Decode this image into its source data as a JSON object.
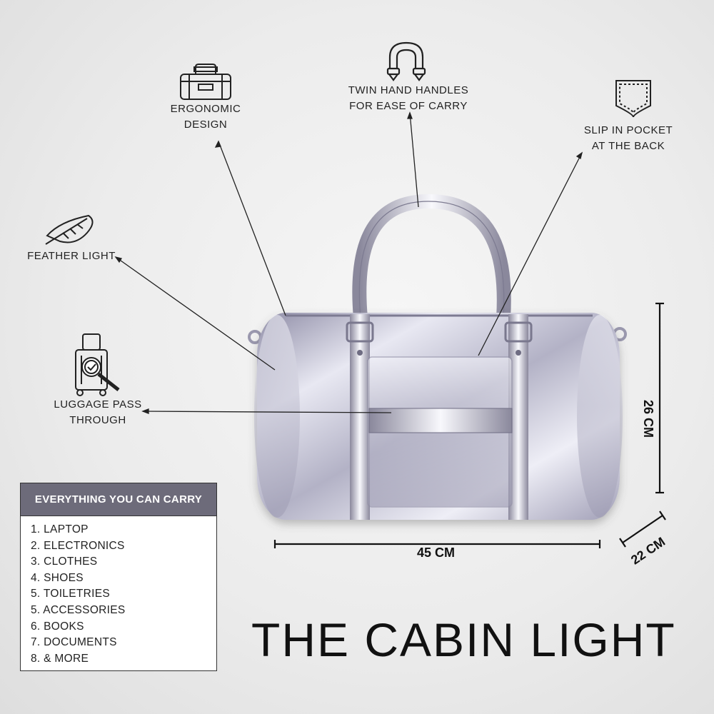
{
  "title": "THE CABIN LIGHT",
  "features": {
    "ergonomic": {
      "line1": "ERGONOMIC",
      "line2": "DESIGN",
      "icon": "duffel-bag-icon"
    },
    "handles": {
      "line1": "TWIN HAND HANDLES",
      "line2": "FOR EASE OF CARRY",
      "icon": "handle-icon"
    },
    "pocket": {
      "line1": "SLIP IN POCKET",
      "line2": "AT THE BACK",
      "icon": "pocket-icon"
    },
    "feather": {
      "line1": "FEATHER LIGHT",
      "icon": "feather-icon"
    },
    "luggage": {
      "line1": "LUGGAGE PASS",
      "line2": "THROUGH",
      "icon": "luggage-check-icon"
    }
  },
  "dimensions": {
    "width": "45 CM",
    "height": "26 CM",
    "depth": "22 CM"
  },
  "carry": {
    "heading": "EVERYTHING YOU CAN CARRY",
    "items": [
      "1. LAPTOP",
      "2. ELECTRONICS",
      "3. CLOTHES",
      "4. SHOES",
      "5. TOILETRIES",
      "5. ACCESSORIES",
      "6. BOOKS",
      "7. DOCUMENTS",
      "8. & MORE"
    ]
  },
  "colors": {
    "header_bg": "#6d6b7a",
    "bag_silver": "#c9c8d6"
  }
}
